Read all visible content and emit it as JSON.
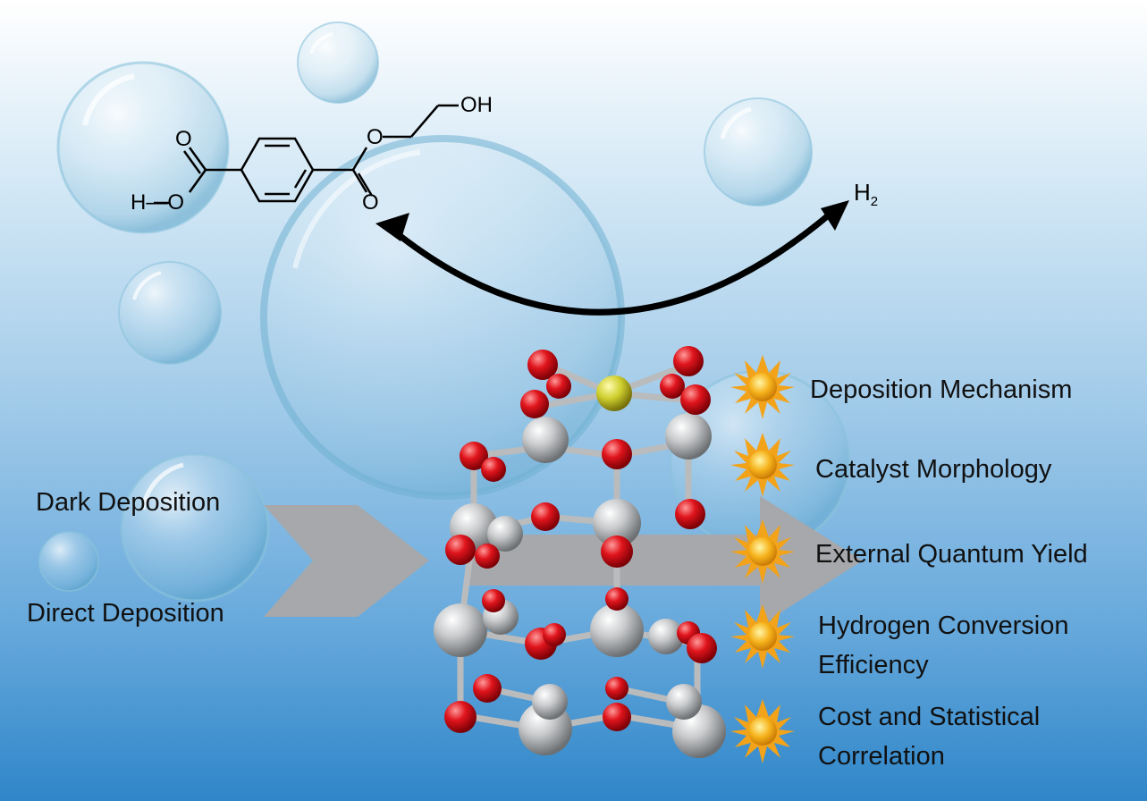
{
  "molecule": {
    "atom_o_top": "O",
    "atom_ho": "H—O",
    "atom_o_bottom": "O",
    "atom_o_ester": "O",
    "atom_oh": "OH"
  },
  "product": {
    "symbol": "H",
    "subscript": "2"
  },
  "inputs": [
    "Dark Deposition",
    "Direct Deposition"
  ],
  "outputs": [
    {
      "lines": [
        "Deposition Mechanism"
      ]
    },
    {
      "lines": [
        "Catalyst Morphology"
      ]
    },
    {
      "lines": [
        "External Quantum Yield"
      ]
    },
    {
      "lines": [
        "Hydrogen Conversion",
        "Efficiency"
      ]
    },
    {
      "lines": [
        "Cost and Statistical",
        "Correlation"
      ]
    }
  ],
  "colors": {
    "oxygen": "#e0141c",
    "titanium": "#c9cbcd",
    "platinum": "#cfcf2e",
    "flow_arrow": "#a6a8ab",
    "sun": "#f6b21b"
  },
  "icons": [
    "sun-icon",
    "bubble-icon",
    "arrow-icon"
  ]
}
